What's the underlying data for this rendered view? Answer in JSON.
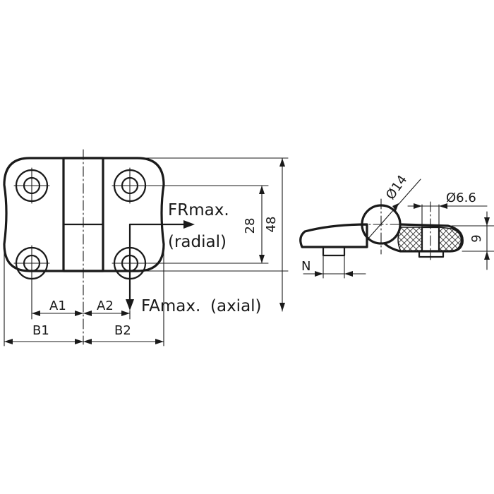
{
  "labels": {
    "frmax": "FRmax.",
    "radial": "(radial)",
    "famax": "FAmax.",
    "axial": "(axial)",
    "dim_28": "28",
    "dim_48": "48",
    "a1": "A1",
    "a2": "A2",
    "b1": "B1",
    "b2": "B2",
    "dia14": "Ø14",
    "dia6_6": "Ø6.6",
    "dim_9": "9",
    "n": "N"
  }
}
